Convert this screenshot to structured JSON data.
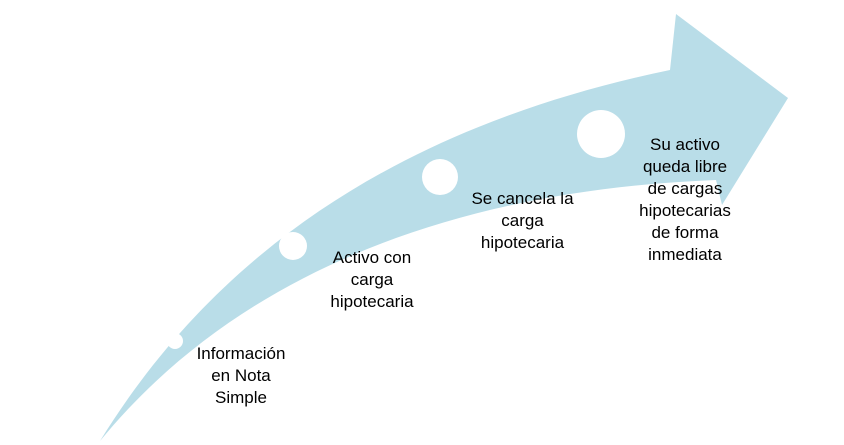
{
  "colors": {
    "arrow_fill": "#b9dde8",
    "marker_fill": "#ffffff",
    "text": "#000000"
  },
  "steps": [
    {
      "label": "Información\nen Nota\nSimple"
    },
    {
      "label": "Activo con\ncarga\nhipotecaria"
    },
    {
      "label": "Se cancela la\ncarga\nhipotecaria"
    },
    {
      "label": "Su activo\nqueda libre\nde cargas\nhipotecarias\nde forma\ninmediata"
    }
  ]
}
